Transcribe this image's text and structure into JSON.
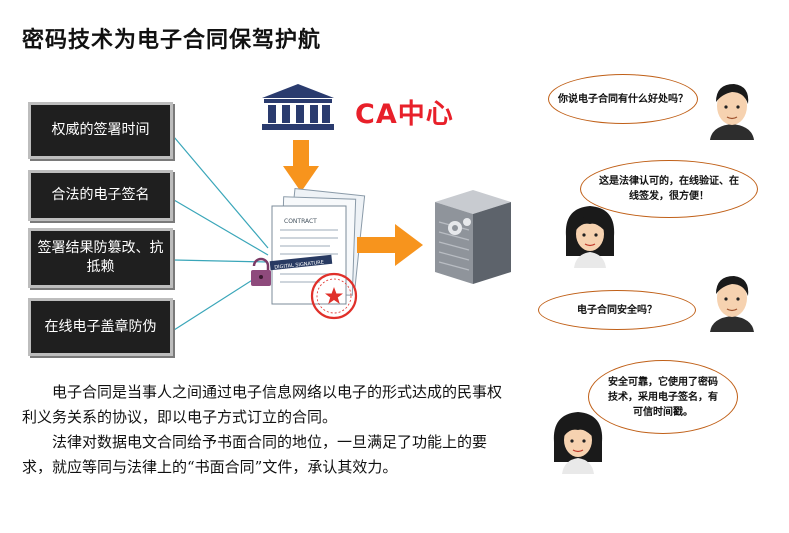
{
  "title": "密码技术为电子合同保驾护航",
  "ca_label": "CA中心",
  "features": [
    "权威的签署时间",
    "合法的电子签名",
    "签署结果防篡改、抗抵赖",
    "在线电子盖章防伪"
  ],
  "document_labels": {
    "contract": "CONTRACT",
    "signature": "DIGITAL SIGNATURE"
  },
  "paragraphs": [
    "电子合同是当事人之间通过电子信息网络以电子的形式达成的民事权利义务关系的协议，即以电子方式订立的合同。",
    "法律对数据电文合同给予书面合同的地位，一旦满足了功能上的要求，就应等同与法律上的“书面合同”文件，承认其效力。"
  ],
  "dialogue": [
    "你说电子合同有什么好处吗？",
    "这是法律认可的，在线验证、在线签发，很方便！",
    "电子合同安全吗？",
    "安全可靠，它使用了密码技术，采用电子签名，有可信时间戳。"
  ],
  "colors": {
    "arrow": "#f7941d",
    "ca_red": "#e8202a",
    "bank_navy": "#2a3b6e",
    "box_fill": "#1f1f1f",
    "line_teal": "#3aa6b9",
    "bubble_border": "#c06018"
  }
}
